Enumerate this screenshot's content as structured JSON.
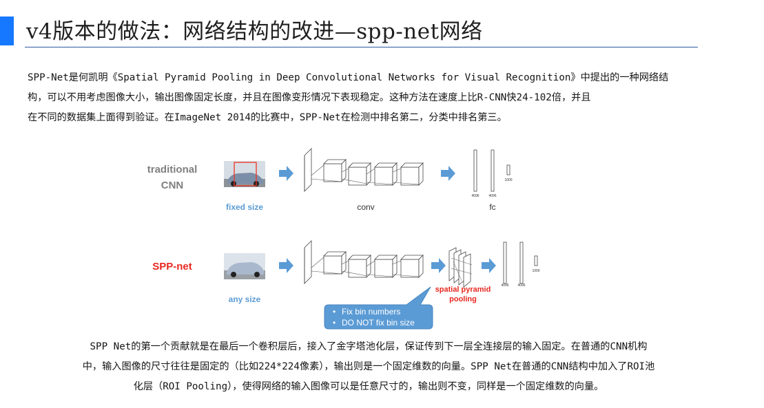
{
  "title": "v4版本的做法：网络结构的改进—spp-net网络",
  "colors": {
    "accent": "#1677ff",
    "rule": "#2c5aa0",
    "arrow": "#5b9bd5",
    "red_label": "#e8271f",
    "callout_bg": "#5b9bd5",
    "blue_caption": "#5b9bd5"
  },
  "paragraph1": {
    "line1": "SPP-Net是何凯明《Spatial Pyramid Pooling in Deep Convolutional Networks for Visual Recognition》中提出的一种网络结",
    "line2": "构，可以不用考虑图像大小，输出图像固定长度，并且在图像变形情况下表现稳定。这种方法在速度上比R-CNN快24-102倍，并且",
    "line3": "在不同的数据集上面得到验证。在ImageNet 2014的比赛中，SPP-Net在检测中排名第二，分类中排名第三。"
  },
  "figure": {
    "top_row": {
      "label_line1": "traditional",
      "label_line2": "CNN",
      "input_caption": "fixed size",
      "conv_caption": "conv",
      "fc_caption": "fc",
      "fc_sizes": [
        "4096",
        "4096",
        "1000"
      ]
    },
    "bottom_row": {
      "label": "SPP-net",
      "input_caption": "any size",
      "pool_label_line1": "spatial pyramid",
      "pool_label_line2": "pooling",
      "fc_sizes": [
        "4096",
        "4096",
        "1000"
      ],
      "callout_item1": "Fix bin numbers",
      "callout_item2": "DO NOT fix bin size",
      "bullet": "•"
    }
  },
  "paragraph2": {
    "line1": "SPP Net的第一个贡献就是在最后一个卷积层后，接入了金字塔池化层，保证传到下一层全连接层的输入固定。在普通的CNN机构",
    "line2": "中，输入图像的尺寸往往是固定的（比如224*224像素），输出则是一个固定维数的向量。SPP Net在普通的CNN结构中加入了ROI池",
    "line3": "化层（ROI Pooling），使得网络的输入图像可以是任意尺寸的，输出则不变，同样是一个固定维数的向量。"
  }
}
